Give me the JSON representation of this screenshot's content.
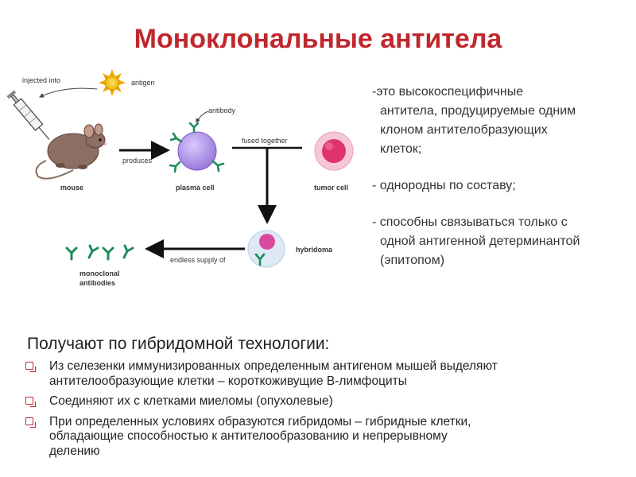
{
  "title": "Моноклональные антитела",
  "diagram": {
    "labels": {
      "injected_into": "injected into",
      "antigen": "antigen",
      "antibody": "antibody",
      "mouse": "mouse",
      "produces": "produces",
      "plasma_cell": "plasma cell",
      "fused_together": "fused together",
      "tumor_cell": "tumor cell",
      "hybridoma": "hybridoma",
      "endless_supply_of": "endless supply of",
      "monoclonal_line1": "monoclonal",
      "monoclonal_line2": "antibodies"
    },
    "colors": {
      "plasma_cell": "#a98be0",
      "tumor_outer": "#f6c1d6",
      "tumor_nucleus": "#e0336e",
      "hybridoma_outer": "#d9e7f5",
      "hybridoma_nucleus": "#d94a9c",
      "antibody": "#1f8a5b",
      "antigen": "#f3c61b"
    }
  },
  "definition": {
    "line1": "-это высокоспецифичные",
    "line2": "антитела, продуцируемые одним",
    "line3": "клоном антителобразующих",
    "line4": "клеток;",
    "line5": "- однородны по составу;",
    "line6": "- способны связываться только с",
    "line7": "одной антигенной детерминантой",
    "line8": "(эпитопом)"
  },
  "section": {
    "heading": "Получают по гибридомной технологии:",
    "bullets": [
      {
        "line1": "Из селезенки иммунизированных определенным антигеном мышей выделяют",
        "line2": "антителообразующие клетки – короткоживущие В-лимфоциты"
      },
      {
        "line1": "Соединяют их с клетками миеломы (опухолевые)"
      },
      {
        "line1": "При определенных условиях образуются гибридомы – гибридные клетки,",
        "line2": "обладающие  способностью к антителообразованию и непрерывному",
        "line3": "делению"
      }
    ]
  }
}
